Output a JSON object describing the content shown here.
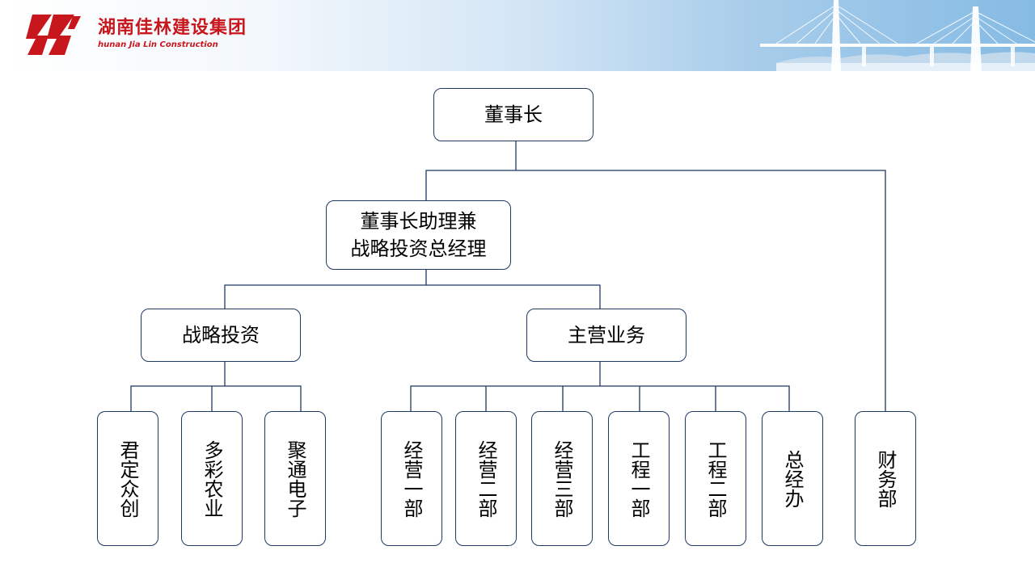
{
  "header": {
    "company_cn": "湖南佳林建设集团",
    "company_en": "hunan Jia Lin Construction",
    "brand_color": "#c8161d",
    "logo_icon": "company-logo-icon"
  },
  "org_chart": {
    "line_color": "#1f3864",
    "chairman": "董事长",
    "assistant": {
      "line1": "董事长助理兼",
      "line2": "战略投资总经理"
    },
    "strategic_investment": {
      "label": "战略投资",
      "children": [
        "君定众创",
        "多彩农业",
        "聚通电子"
      ]
    },
    "main_business": {
      "label": "主营业务",
      "children": [
        "经营一部",
        "经营二部",
        "经营三部",
        "工程一部",
        "工程二部",
        "总经办"
      ]
    },
    "finance": "财务部"
  }
}
